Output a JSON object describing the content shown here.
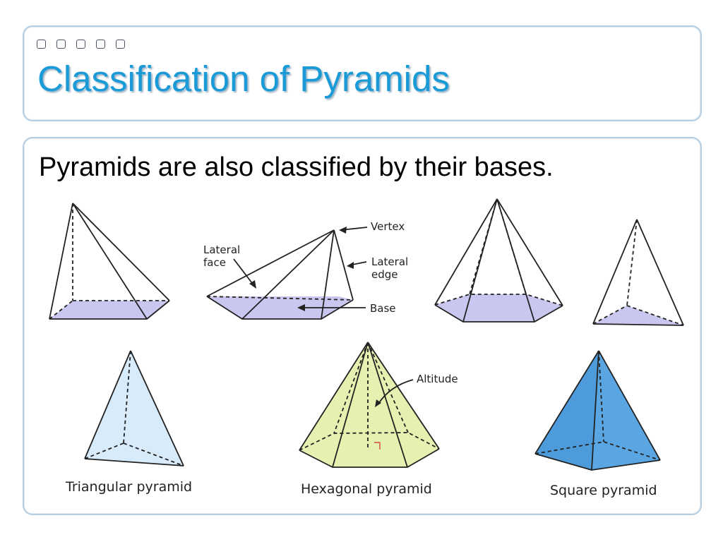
{
  "slide": {
    "title": "Classification of Pyramids",
    "subtitle": "Pyramids are also classified by their bases."
  },
  "decor": {
    "corner_dots_count": 5
  },
  "diagram_labels": {
    "vertex": "Vertex",
    "lateral_face_1": "Lateral",
    "lateral_face_2": "face",
    "lateral_edge_1": "Lateral",
    "lateral_edge_2": "edge",
    "base": "Base",
    "altitude": "Altitude"
  },
  "captions": {
    "triangular": "Triangular pyramid",
    "hexagonal": "Hexagonal pyramid",
    "square": "Square pyramid"
  },
  "colors": {
    "title": "#1a9bd7",
    "base_fill": "#c9c7ef",
    "triangular_fill": "#d7ebfb",
    "hexagonal_fill": "#e4f1b0",
    "square_fill": "#4e9bdc",
    "right_angle_mark": "#d94a3a"
  }
}
